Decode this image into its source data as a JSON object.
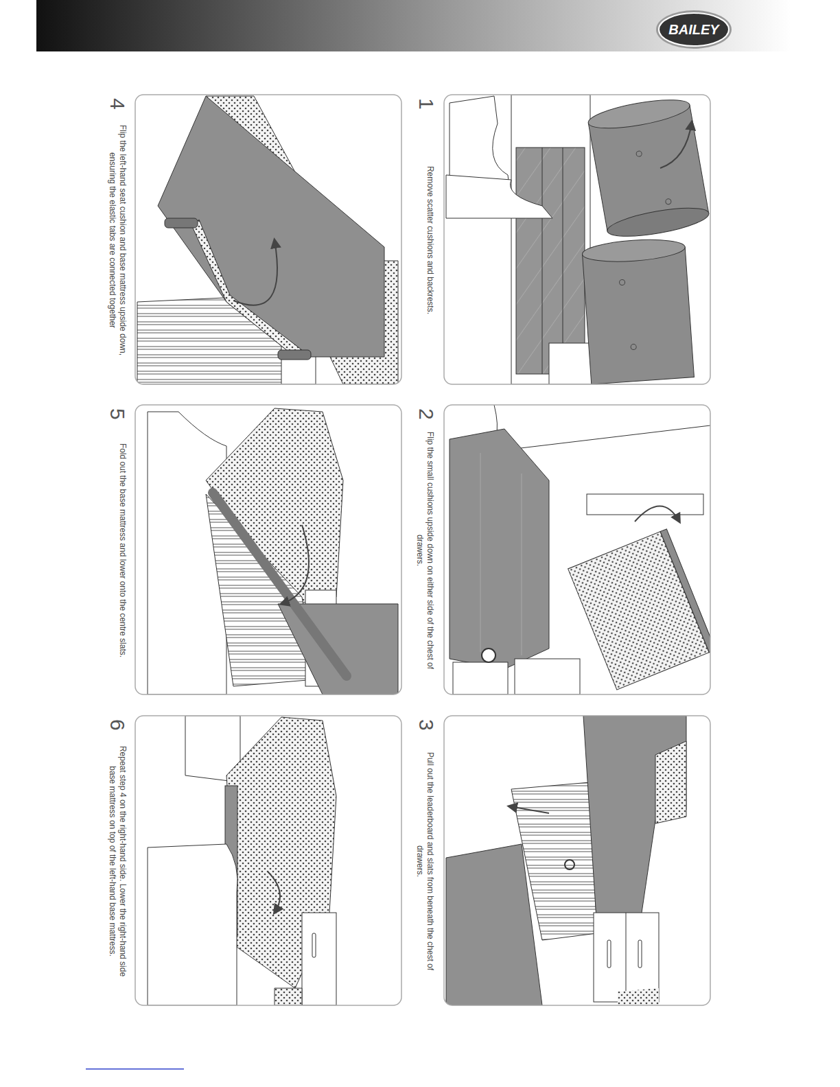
{
  "diagram": {
    "labels": [
      "BAILEY",
      "1",
      "Remove scatter cushions and backrests.",
      "2",
      "Flip the small cushions upside down on either side of the chest of drawers.",
      "3",
      "Pull out the leaderboard and slats from beneath the chest of drawers.",
      "4",
      "Flip the left-hand seat cushion and base mattress upside down, ensuring the elastic tabs are connected together",
      "5",
      "Fold out the base mattress and lower onto the centre slats.",
      "6",
      "Repeat step 4 on the right-hand side. Lower the right-hand side base mattress on top of the left-hand base mattress."
    ]
  }
}
